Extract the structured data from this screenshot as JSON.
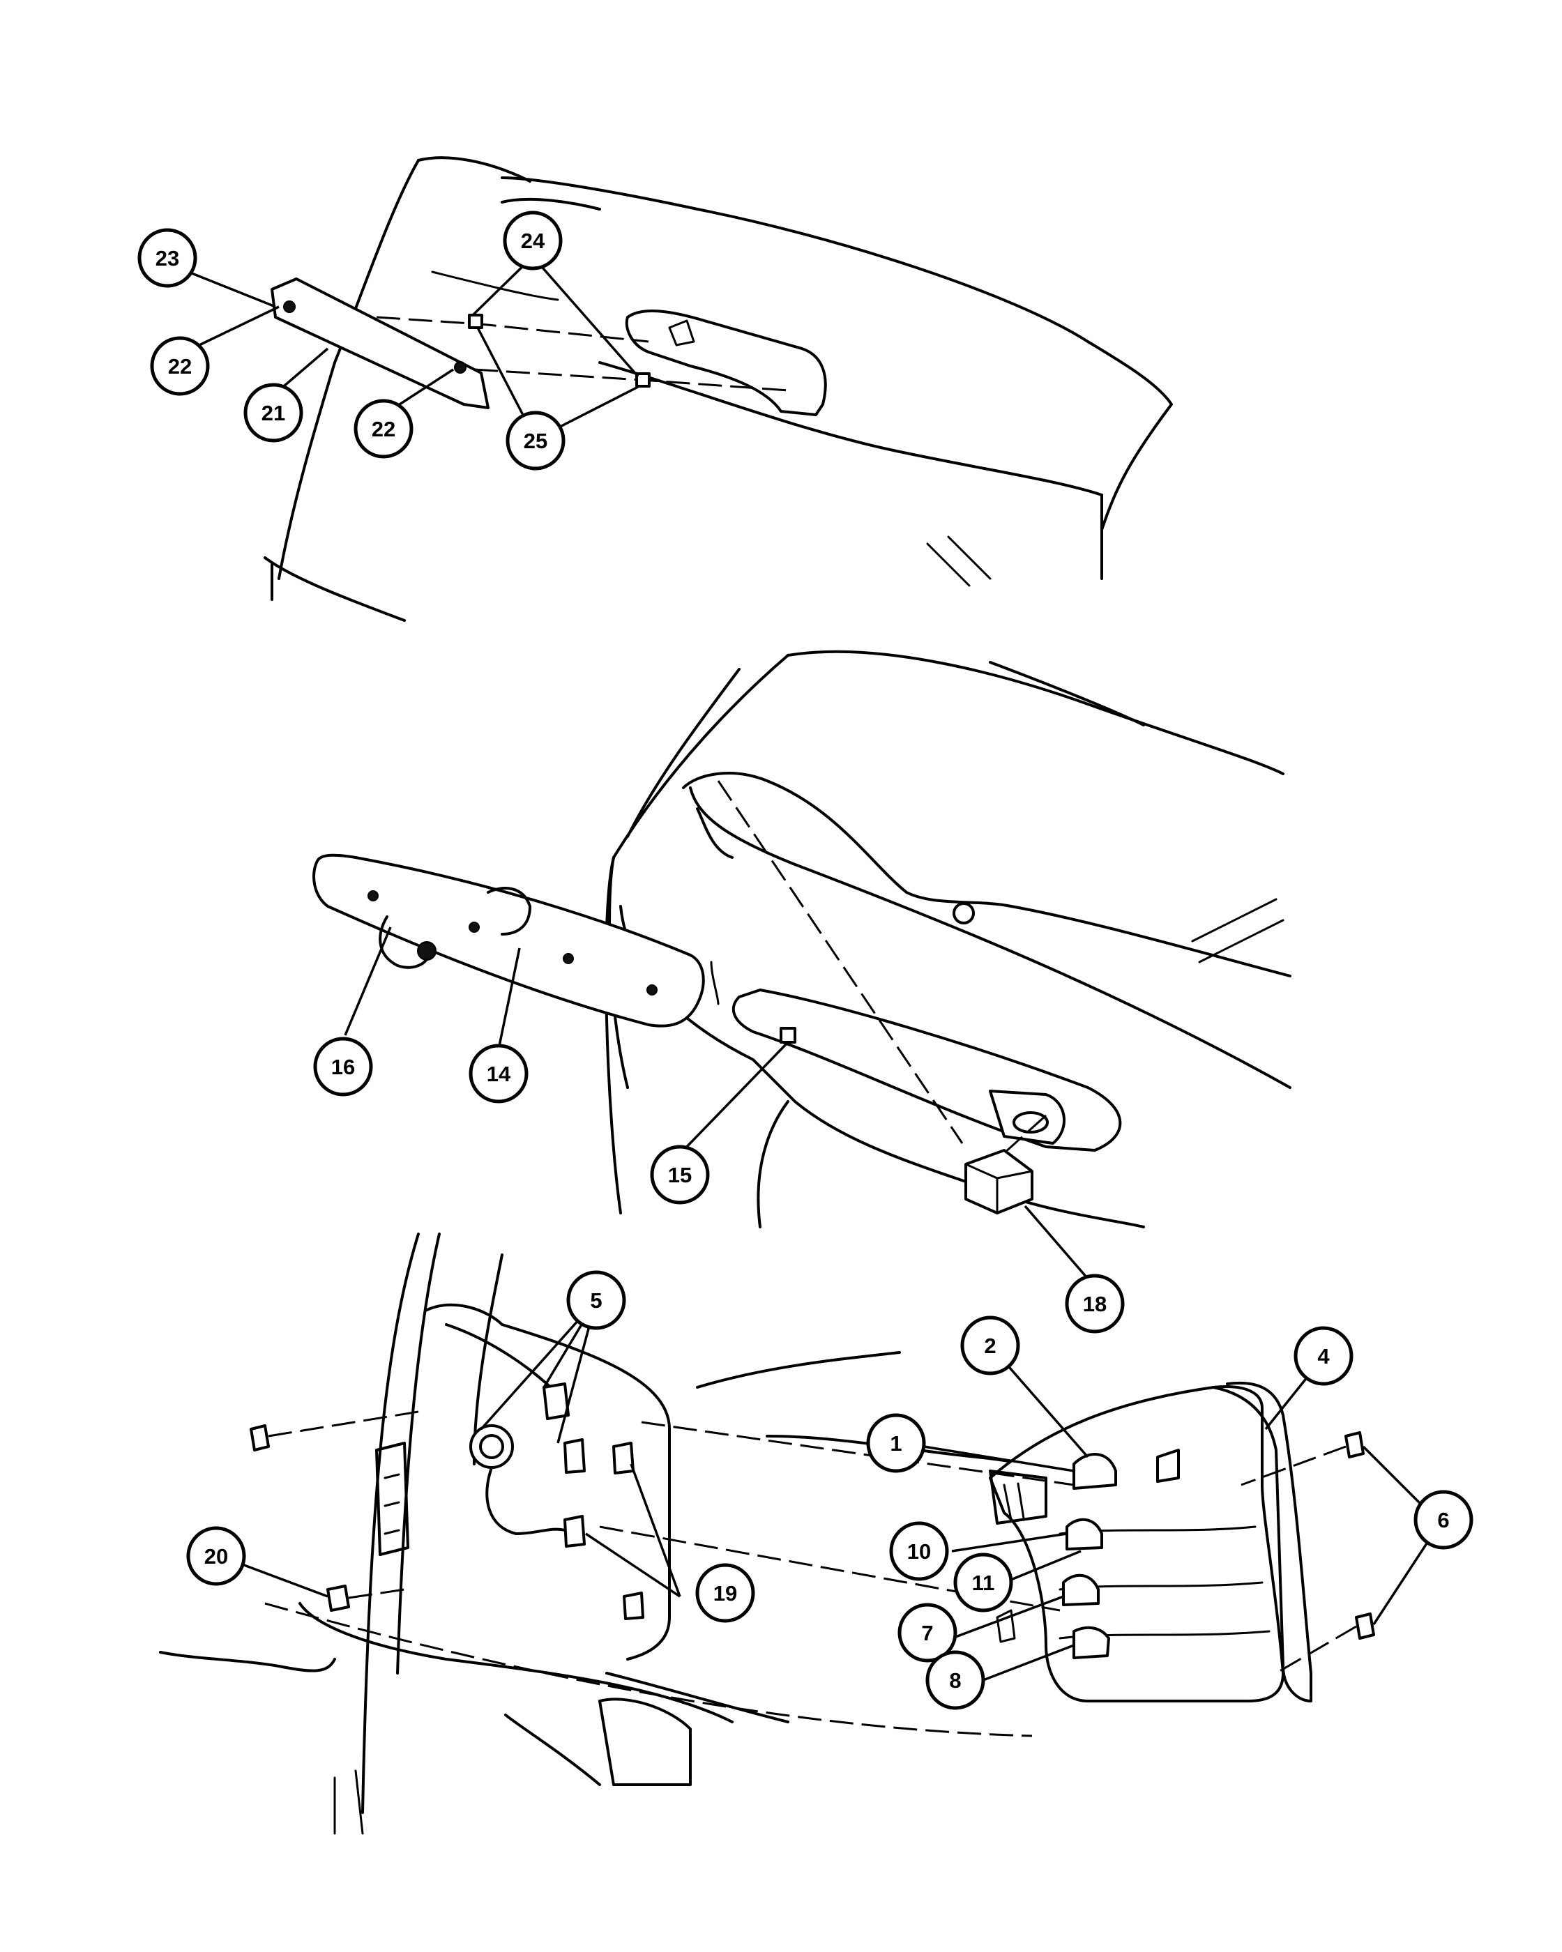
{
  "callouts": [
    {
      "id": "c23",
      "label": "23"
    },
    {
      "id": "c24",
      "label": "24"
    },
    {
      "id": "c22a",
      "label": "22"
    },
    {
      "id": "c21",
      "label": "21"
    },
    {
      "id": "c22b",
      "label": "22"
    },
    {
      "id": "c25",
      "label": "25"
    },
    {
      "id": "c16",
      "label": "16"
    },
    {
      "id": "c14",
      "label": "14"
    },
    {
      "id": "c15",
      "label": "15"
    },
    {
      "id": "c18",
      "label": "18"
    },
    {
      "id": "c5",
      "label": "5"
    },
    {
      "id": "c2",
      "label": "2"
    },
    {
      "id": "c4",
      "label": "4"
    },
    {
      "id": "c1",
      "label": "1"
    },
    {
      "id": "c6",
      "label": "6"
    },
    {
      "id": "c20",
      "label": "20"
    },
    {
      "id": "c10",
      "label": "10"
    },
    {
      "id": "c19",
      "label": "19"
    },
    {
      "id": "c11",
      "label": "11"
    },
    {
      "id": "c7",
      "label": "7"
    },
    {
      "id": "c8",
      "label": "8"
    }
  ]
}
